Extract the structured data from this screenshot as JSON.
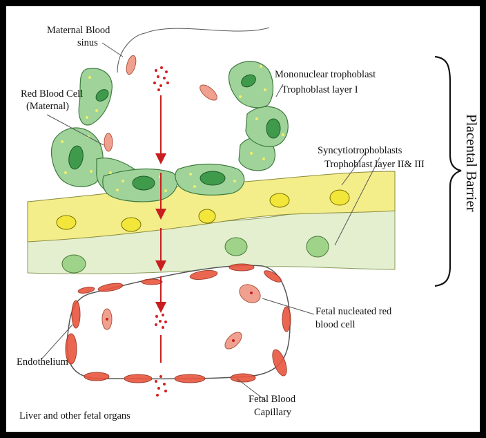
{
  "labels": {
    "maternal_blood_sinus": [
      "Maternal Blood",
      "sinus"
    ],
    "red_blood_cell_maternal": [
      "Red Blood Cell",
      "(Maternal)"
    ],
    "mononuclear_trophoblast": [
      "Mononuclear trophoblast",
      "Trophoblast layer I"
    ],
    "syncytiotrophoblasts": [
      "Syncytiotrophoblasts",
      "Trophoblast layer II& III"
    ],
    "placental_barrier": "Placental Barrier",
    "fetal_nucleated_rbc": [
      "Fetal nucleated red",
      "blood cell"
    ],
    "endothelium": "Endothelium",
    "fetal_blood_capillary": [
      "Fetal Blood",
      "Capillary"
    ],
    "liver_and_fetal_organs": "Liver and other fetal organs"
  },
  "colors": {
    "frame": "#000000",
    "trophoblast_cell": "#9fd39a",
    "trophoblast_nucleus": "#3f9a4c",
    "trophoblast_granule": "#f2ee6a",
    "syncytio_upper": "#f3ee8a",
    "syncytio_lower": "#e3efcf",
    "yellow_nucleus": "#f3e63a",
    "green_nucleus": "#9fd38a",
    "maternal_rbc": "#f0a08e",
    "endothelium": "#e8563e",
    "arrow": "#c81e1e",
    "dots": "#d42020"
  }
}
